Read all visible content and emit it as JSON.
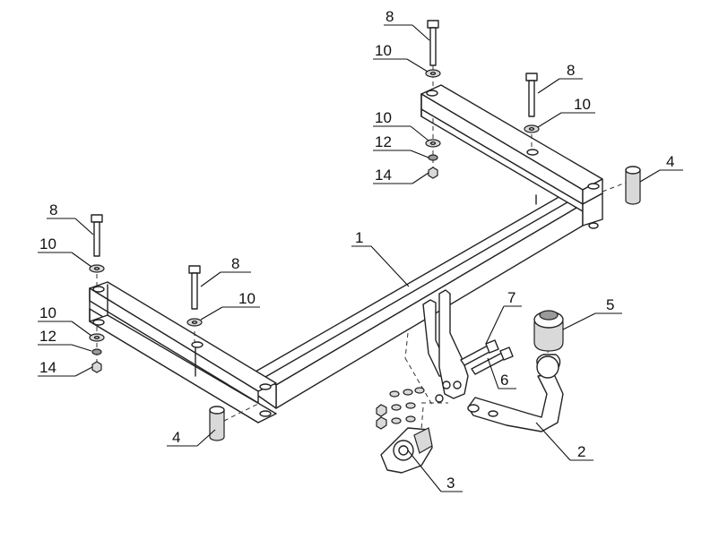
{
  "callouts": [
    {
      "id": "c8a",
      "text": "8"
    },
    {
      "id": "c10a",
      "text": "10"
    },
    {
      "id": "c8b",
      "text": "8"
    },
    {
      "id": "c10b",
      "text": "10"
    },
    {
      "id": "c10c",
      "text": "10"
    },
    {
      "id": "c12a",
      "text": "12"
    },
    {
      "id": "c14a",
      "text": "14"
    },
    {
      "id": "c4a",
      "text": "4"
    },
    {
      "id": "c8c",
      "text": "8"
    },
    {
      "id": "c10d",
      "text": "10"
    },
    {
      "id": "c1",
      "text": "1"
    },
    {
      "id": "c8d",
      "text": "8"
    },
    {
      "id": "c10e",
      "text": "10"
    },
    {
      "id": "c10f",
      "text": "10"
    },
    {
      "id": "c12b",
      "text": "12"
    },
    {
      "id": "c14b",
      "text": "14"
    },
    {
      "id": "c7",
      "text": "7"
    },
    {
      "id": "c5",
      "text": "5"
    },
    {
      "id": "c6",
      "text": "6"
    },
    {
      "id": "c4b",
      "text": "4"
    },
    {
      "id": "c2",
      "text": "2"
    },
    {
      "id": "c3",
      "text": "3"
    }
  ]
}
